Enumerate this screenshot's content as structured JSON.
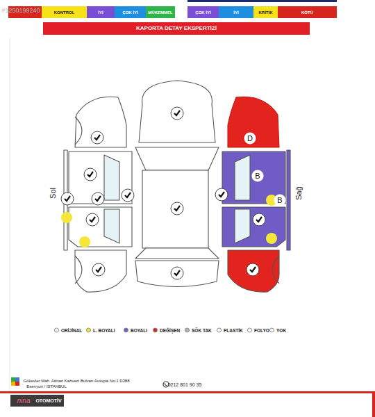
{
  "diagram": {
    "title": "KAPORTA DETAY EKSPERTİZİ",
    "nodes": [
      {
        "text": [
          "KONTROL"
        ]
      },
      {
        "text": [
          "İYİ"
        ]
      },
      {
        "text": [
          "ÇOK İYİ"
        ]
      },
      {
        "text": [
          "MÜKEMMEL"
        ]
      },
      {
        "text": [
          "ÇOK İYİ"
        ]
      },
      {
        "text": [
          "İYİ"
        ]
      },
      {
        "text": [
          "KRİTİK"
        ]
      },
      {
        "text": [
          "KÖTÜ"
        ]
      }
    ],
    "labels": [
      "#1250199240",
      "Sol",
      "Sağ",
      "D",
      "B",
      "B",
      "Gökevler Mah. Adnan Kahveci Bulvarı Autopia No:1 D388",
      "Esenyurt / İSTANBUL",
      "0212 801 90 35",
      "nina",
      "OTOMOTİV"
    ],
    "legend": [
      {
        "text": "ORİJİNAL",
        "color": "#ffffff"
      },
      {
        "text": "L. BOYALI",
        "color": "#f5e63a"
      },
      {
        "text": "BOYALI",
        "color": "#6f5cc4"
      },
      {
        "text": "DEĞİŞEN",
        "color": "#d7261e"
      },
      {
        "text": "SÖK TAK",
        "color": "#b5b5b5"
      },
      {
        "text": "PLASTİK",
        "color": "#ffffff"
      },
      {
        "text": "FOLYO",
        "color": "#ffffff"
      },
      {
        "text": "YOK",
        "color": "#ffffff"
      }
    ]
  }
}
